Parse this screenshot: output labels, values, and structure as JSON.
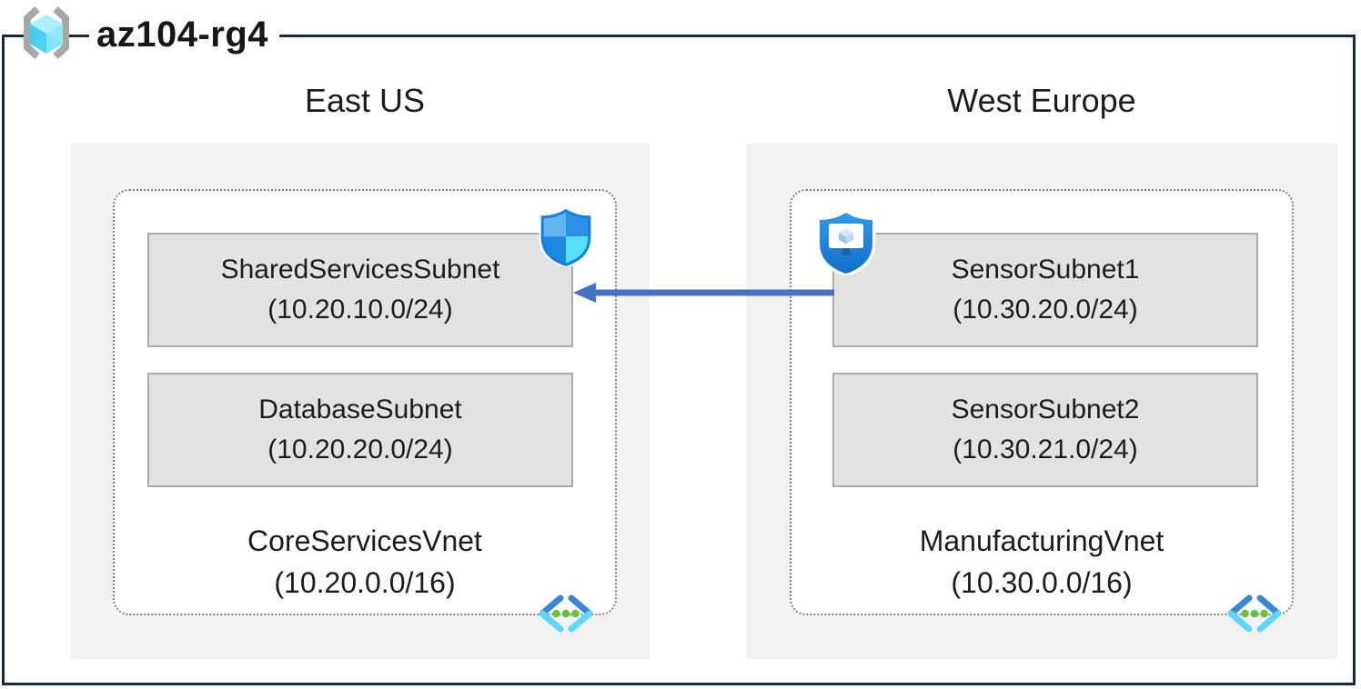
{
  "title": "az104-rg4",
  "regions": [
    {
      "name": "East US",
      "vnet": {
        "name": "CoreServicesVnet",
        "cidr": "(10.20.0.0/16)"
      },
      "subnets": [
        {
          "name": "SharedServicesSubnet",
          "cidr": "(10.20.10.0/24)"
        },
        {
          "name": "DatabaseSubnet",
          "cidr": "(10.20.20.0/24)"
        }
      ]
    },
    {
      "name": "West Europe",
      "vnet": {
        "name": "ManufacturingVnet",
        "cidr": "(10.30.0.0/16)"
      },
      "subnets": [
        {
          "name": "SensorSubnet1",
          "cidr": "(10.30.20.0/24)"
        },
        {
          "name": "SensorSubnet2",
          "cidr": "(10.30.21.0/24)"
        }
      ]
    }
  ],
  "connection": {
    "from": "SensorSubnet1",
    "to": "SharedServicesSubnet",
    "direction": "right-to-left"
  },
  "icons": {
    "resource_group": "resource-group-icon",
    "nsg": "defender-shield-icon",
    "bastion": "bastion-shield-icon",
    "vnet": "virtual-network-icon"
  },
  "colors": {
    "frame_border": "#1a2742",
    "region_bg": "#f1f1f1",
    "subnet_bg": "#e2e2e2",
    "subnet_border": "#ababab",
    "vnet_dotted_border": "#7f7f7f",
    "arrow": "#4472c4",
    "cyan_accent": "#50e6ff",
    "blue_accent": "#1580e0",
    "green_dots": "#6cbe3e",
    "bracket_gray": "#a7a7a7"
  }
}
